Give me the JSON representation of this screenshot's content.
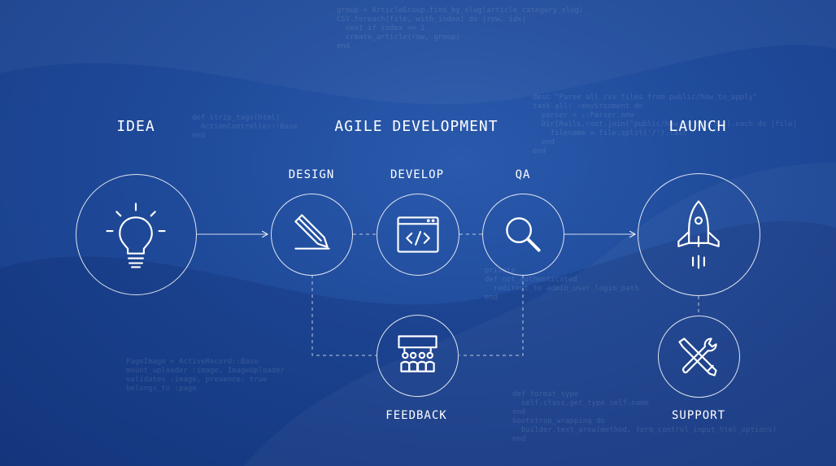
{
  "stages": {
    "idea": "IDEA",
    "agile": "AGILE DEVELOPMENT",
    "launch": "LAUNCH"
  },
  "steps": {
    "design": "DESIGN",
    "develop": "DEVELOP",
    "qa": "QA",
    "feedback": "FEEDBACK",
    "support": "SUPPORT"
  },
  "background_code": {
    "block1": "def strip_tags(html)\n  ActionController::Base\nend",
    "block2": "desc \"Parse all csv files from public/how_to_apply\"\ntask all: :environment do\n  parser = ::Parser.new\n  Dir[Rails.root.join('public/how_to_apply')].each do |file|\n    filename = file.split('/').last\n  end\nend",
    "block3": "  private\n  def not_authenticated\n    redirect_to admin_user_login_path\n  end",
    "block4": "group = ArticleGroup.find_by_slug(article_category_slug)\nCSV.foreach(file, with_index) do |row, idx|\n  next if index == 1\n  create_article(row, group)\nend",
    "block5": "PageImage = ActiveRecord::Base\nmount_uploader :image, ImageUploader\nvalidates :image, presence: true\nbelongs_to :page",
    "block6": "def format_type\n  self.class.get_type self.name\nend\nbootstrap_wrapping do\n  builder.text_area(method, form_control_input_html_options)\nend"
  },
  "colors": {
    "background": "#1f4a9a",
    "line": "#ffffff"
  },
  "icons": {
    "idea": "lightbulb-icon",
    "design": "pencil-icon",
    "develop": "code-window-icon",
    "qa": "magnifier-icon",
    "feedback": "audience-icon",
    "launch": "rocket-icon",
    "support": "tools-icon"
  }
}
